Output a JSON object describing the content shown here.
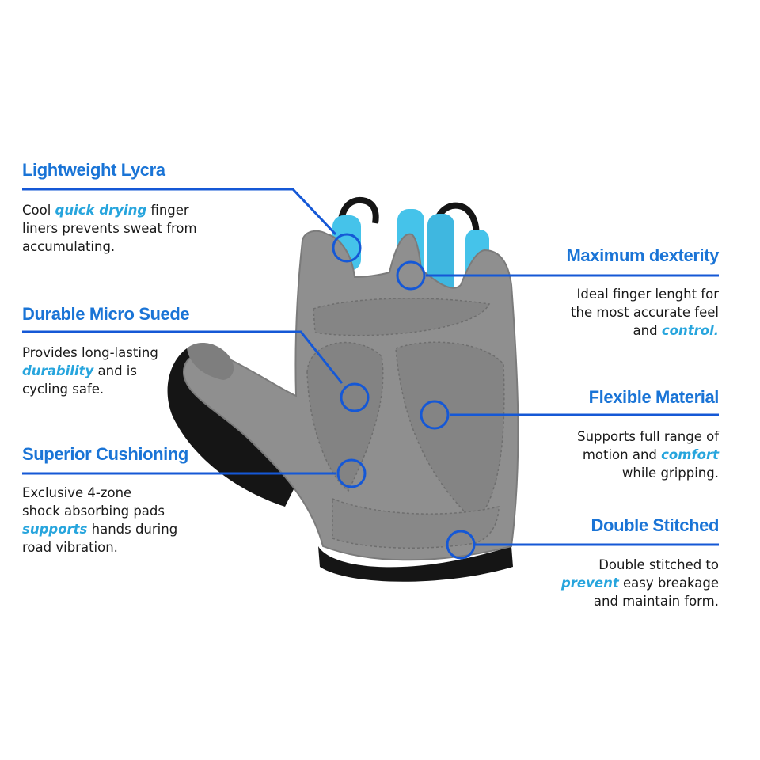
{
  "colors": {
    "heading": "#1a74d6",
    "leader_line": "#1558d6",
    "emphasis": "#27a5dd",
    "body_text": "#1a1a1a",
    "glove_suede": "#8f8f8f",
    "glove_accent": "#45c3ea",
    "glove_binding": "#151515"
  },
  "features": [
    {
      "title": "Lightweight Lycra",
      "line1_pre": "Cool ",
      "line1_hl": "quick drying",
      "line1_post": " finger",
      "line2": "liners prevents sweat from",
      "line3": "accumulating."
    },
    {
      "title": "Durable Micro Suede",
      "line1": "Provides long-lasting",
      "line2_hl": "durability",
      "line2_post": " and is",
      "line3": "cycling safe."
    },
    {
      "title": "Superior Cushioning",
      "line1": "Exclusive 4-zone",
      "line2": "shock absorbing pads",
      "line3_hl": "supports",
      "line3_post": " hands during",
      "line4": "road vibration."
    },
    {
      "title": "Maximum dexterity",
      "line1": "Ideal finger lenght for",
      "line2": "the most accurate feel",
      "line3_pre": "and ",
      "line3_hl": "control."
    },
    {
      "title": "Flexible Material",
      "line1": "Supports full range of",
      "line2_pre": "motion and ",
      "line2_hl": "comfort",
      "line3": "while gripping."
    },
    {
      "title": "Double Stitched",
      "line1": "Double stitched to",
      "line2_hl": "prevent",
      "line2_post": " easy breakage",
      "line3": "and maintain form."
    }
  ]
}
